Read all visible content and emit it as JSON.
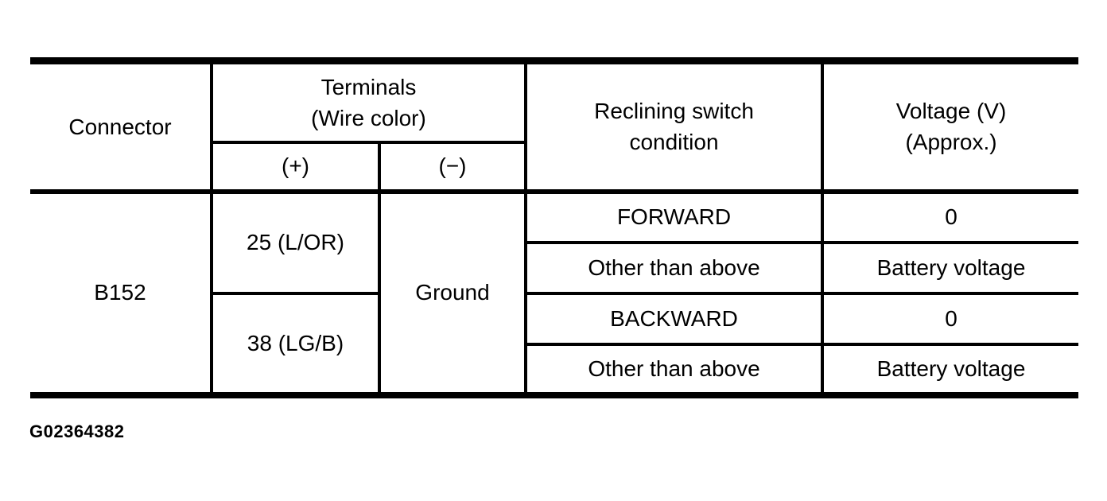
{
  "page": {
    "background_color": "#ffffff",
    "text_color": "#000000",
    "border_color": "#000000",
    "caption": "G02364382"
  },
  "table": {
    "header": {
      "connector": "Connector",
      "terminals_line1": "Terminals",
      "terminals_line2": "(Wire color)",
      "plus": "(+)",
      "minus": "(−)",
      "condition_line1": "Reclining switch",
      "condition_line2": "condition",
      "voltage_line1": "Voltage (V)",
      "voltage_line2": "(Approx.)"
    },
    "body": {
      "connector": "B152",
      "terminal_plus_1": "25 (L/OR)",
      "terminal_plus_2": "38 (LG/B)",
      "terminal_minus": "Ground",
      "rows": [
        {
          "condition": "FORWARD",
          "voltage": "0"
        },
        {
          "condition": "Other than above",
          "voltage": "Battery voltage"
        },
        {
          "condition": "BACKWARD",
          "voltage": "0"
        },
        {
          "condition": "Other than above",
          "voltage": "Battery voltage"
        }
      ]
    }
  }
}
